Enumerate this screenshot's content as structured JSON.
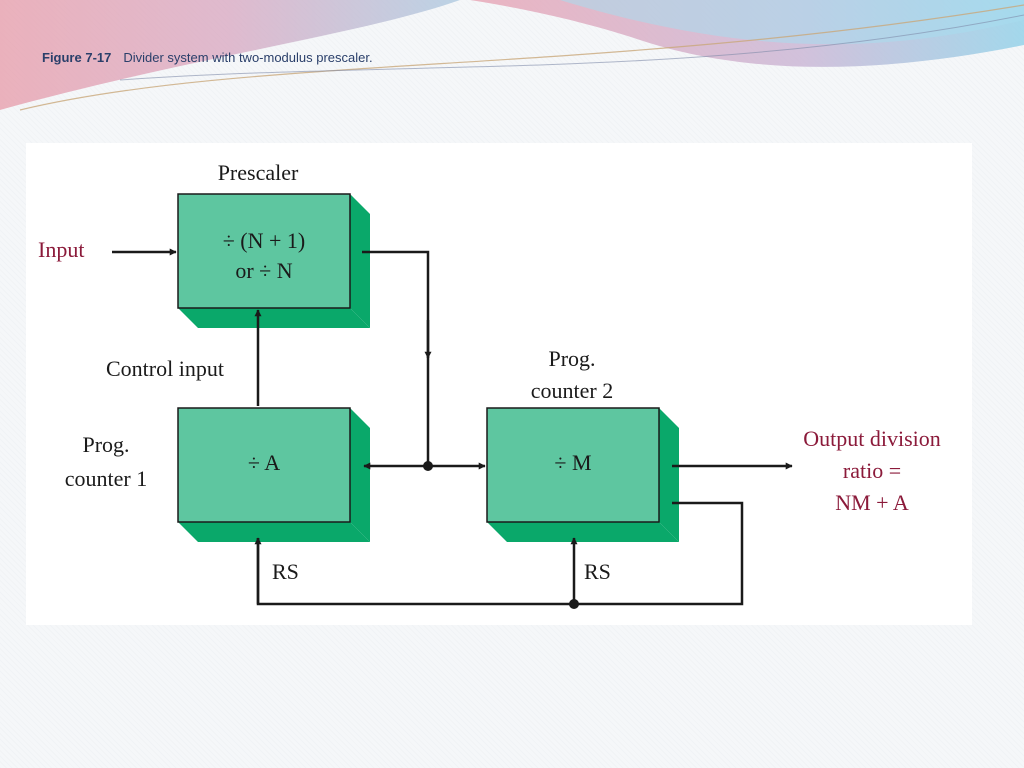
{
  "caption": {
    "figure_number": "Figure 7-17",
    "title": "Divider system with two-modulus prescaler."
  },
  "diagram": {
    "prescaler": {
      "label": "Prescaler",
      "line1": "÷ (N + 1)",
      "line2": "or ÷ N"
    },
    "counter1": {
      "label_line1": "Prog.",
      "label_line2": "counter 1",
      "text": "÷ A"
    },
    "counter2": {
      "label_line1": "Prog.",
      "label_line2": "counter 2",
      "text": "÷ M"
    },
    "input_label": "Input",
    "control_label": "Control input",
    "rs1_label": "RS",
    "rs2_label": "RS",
    "output": {
      "line1": "Output division",
      "line2": "ratio =",
      "line3": "NM + A"
    }
  },
  "colors": {
    "box_face": "#5ec6a0",
    "box_side": "#0aa86a",
    "accent_text": "#8b1a3a",
    "line": "#1a1a1a",
    "caption": "#2a3f6a"
  }
}
